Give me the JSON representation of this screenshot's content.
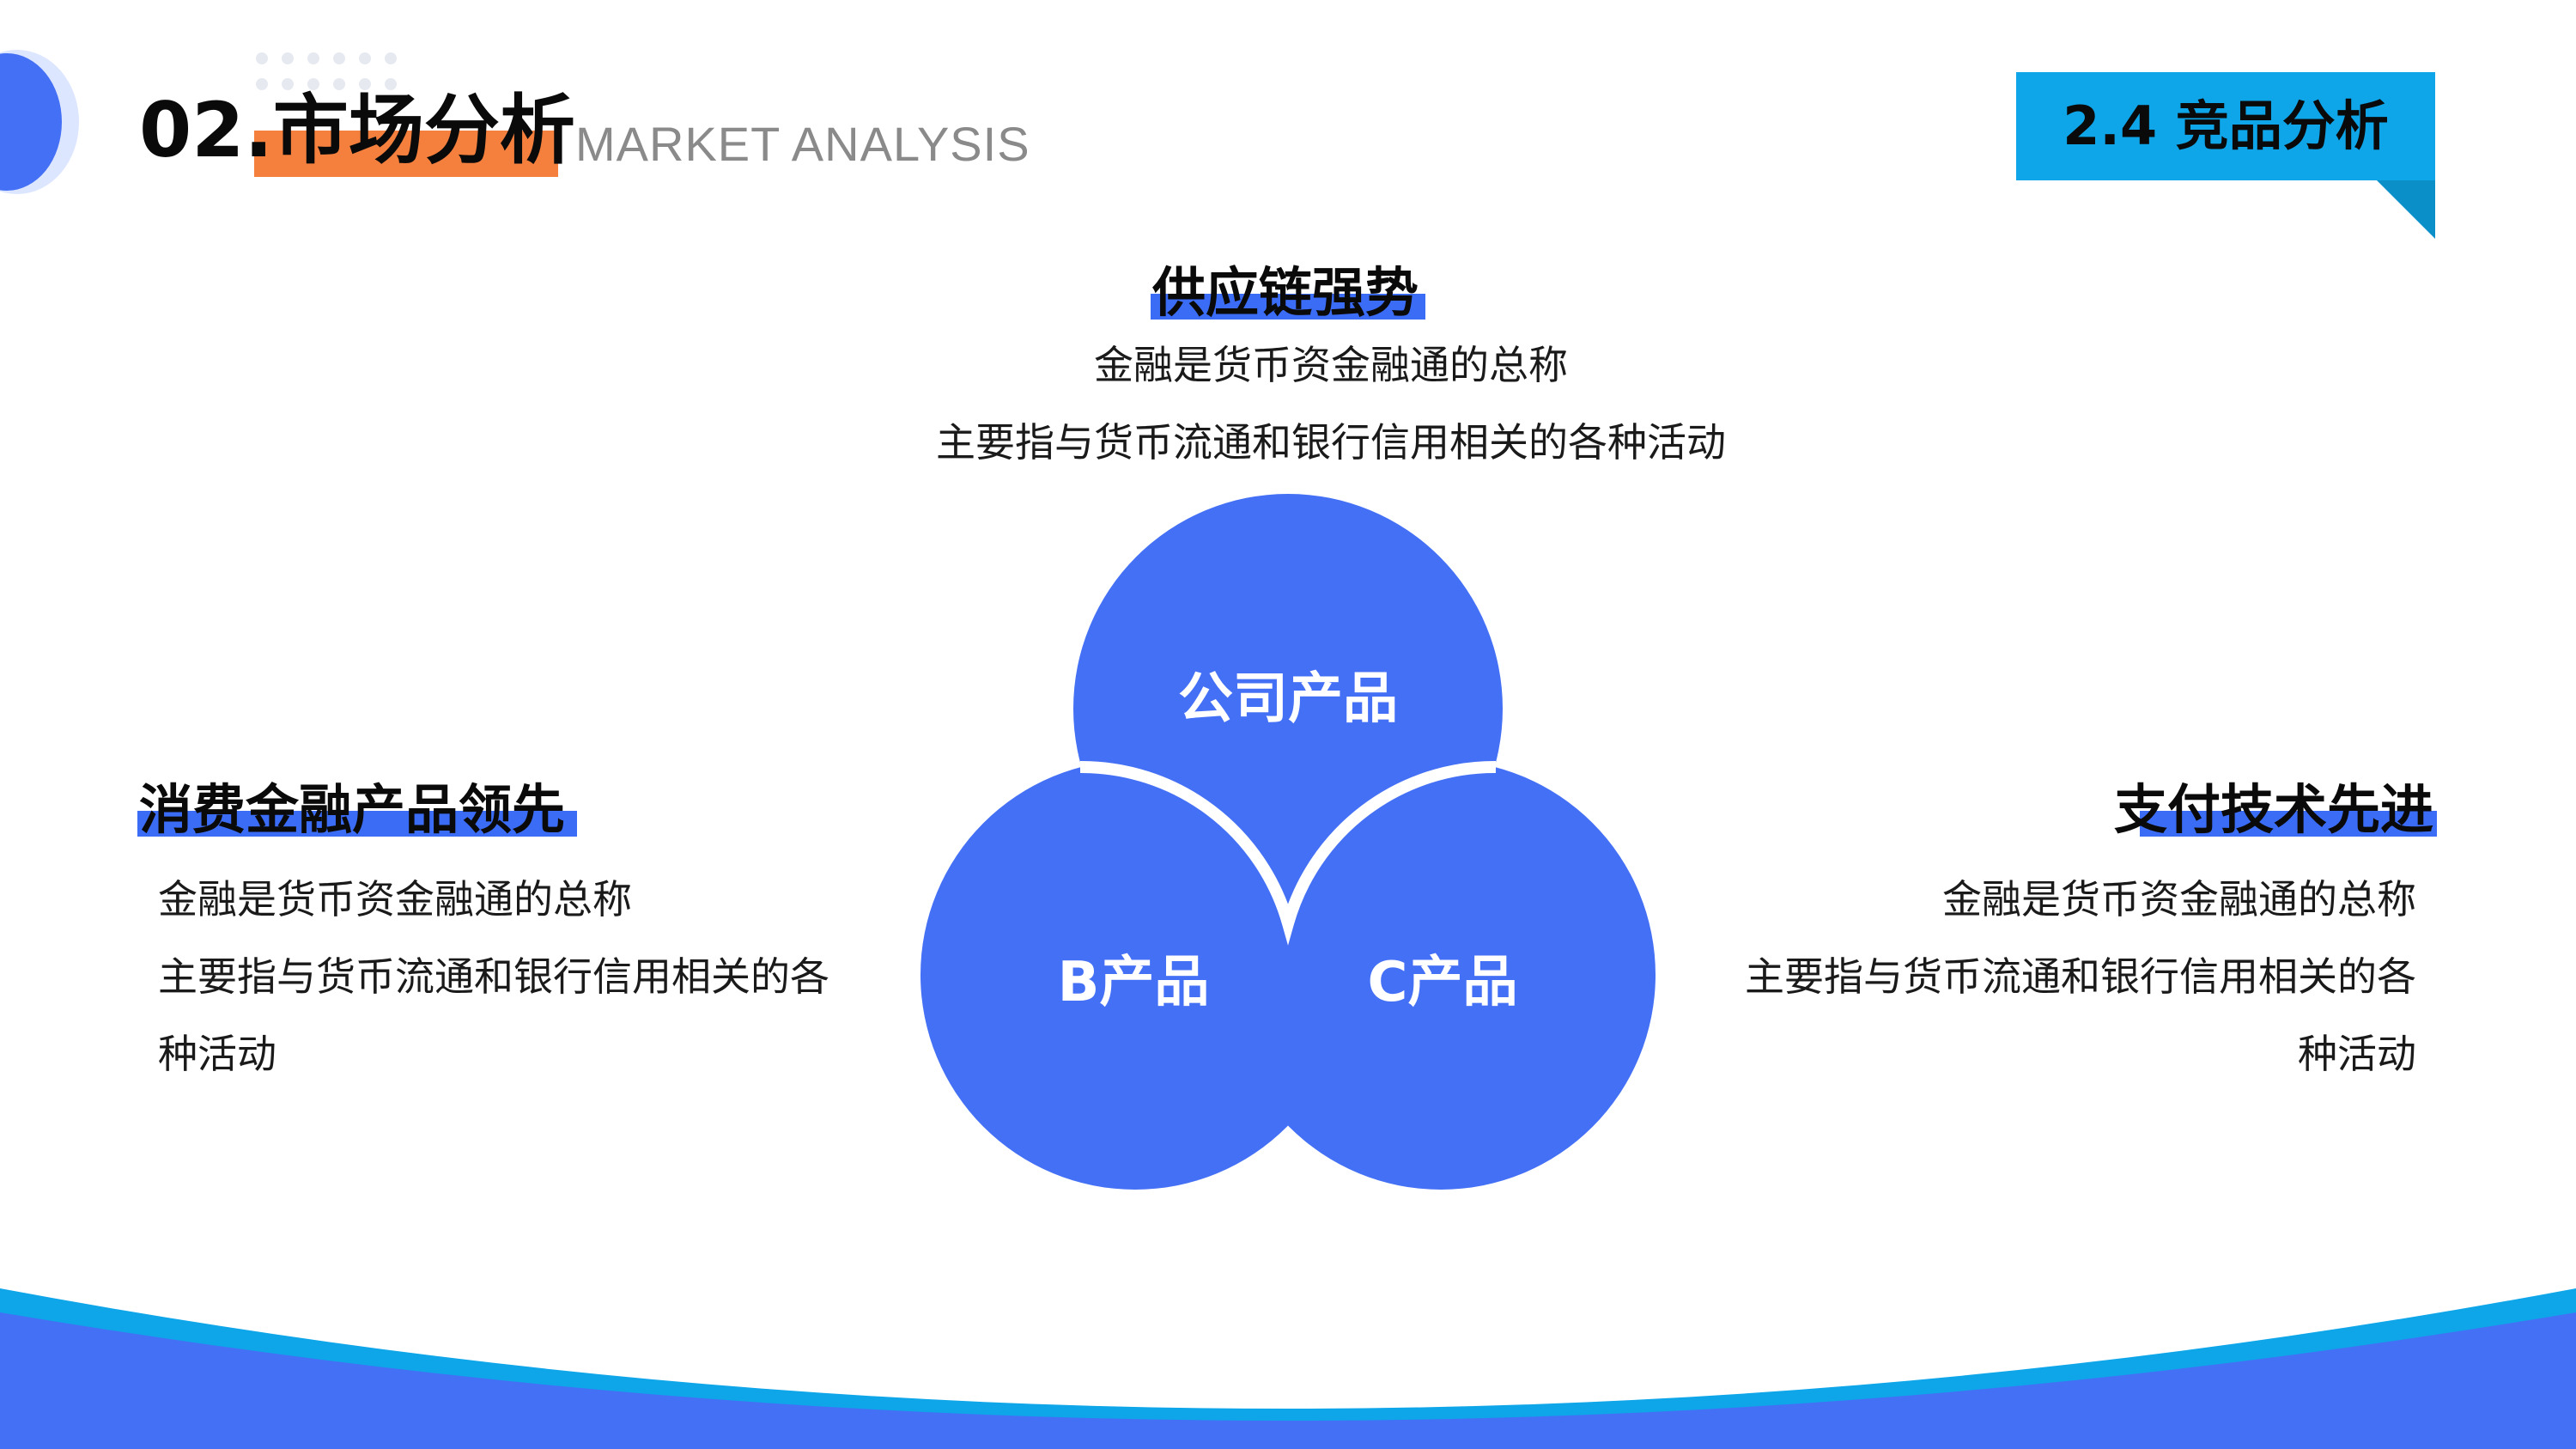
{
  "header": {
    "title": "02.市场分析",
    "subtitle": "MARKET ANALYSIS",
    "section_tag": "2.4 竞品分析"
  },
  "colors": {
    "primary_blue": "#4470f6",
    "tag_blue": "#0ea5e9",
    "accent_orange": "#f5803e",
    "heading_highlight": "#3b6cf6"
  },
  "top_block": {
    "heading": "供应链强势",
    "line1": "金融是货币资金融通的总称",
    "line2": "主要指与货币流通和银行信用相关的各种活动"
  },
  "left_block": {
    "heading": "消费金融产品领先",
    "line1": "金融是货币资金融通的总称",
    "line2": "主要指与货币流通和银行信用相关的各",
    "line3": "种活动"
  },
  "right_block": {
    "heading": "支付技术先进",
    "line1": "金融是货币资金融通的总称",
    "line2": "主要指与货币流通和银行信用相关的各",
    "line3": "种活动"
  },
  "diagram": {
    "top_label": "公司产品",
    "left_label": "B产品",
    "right_label": "C产品"
  }
}
